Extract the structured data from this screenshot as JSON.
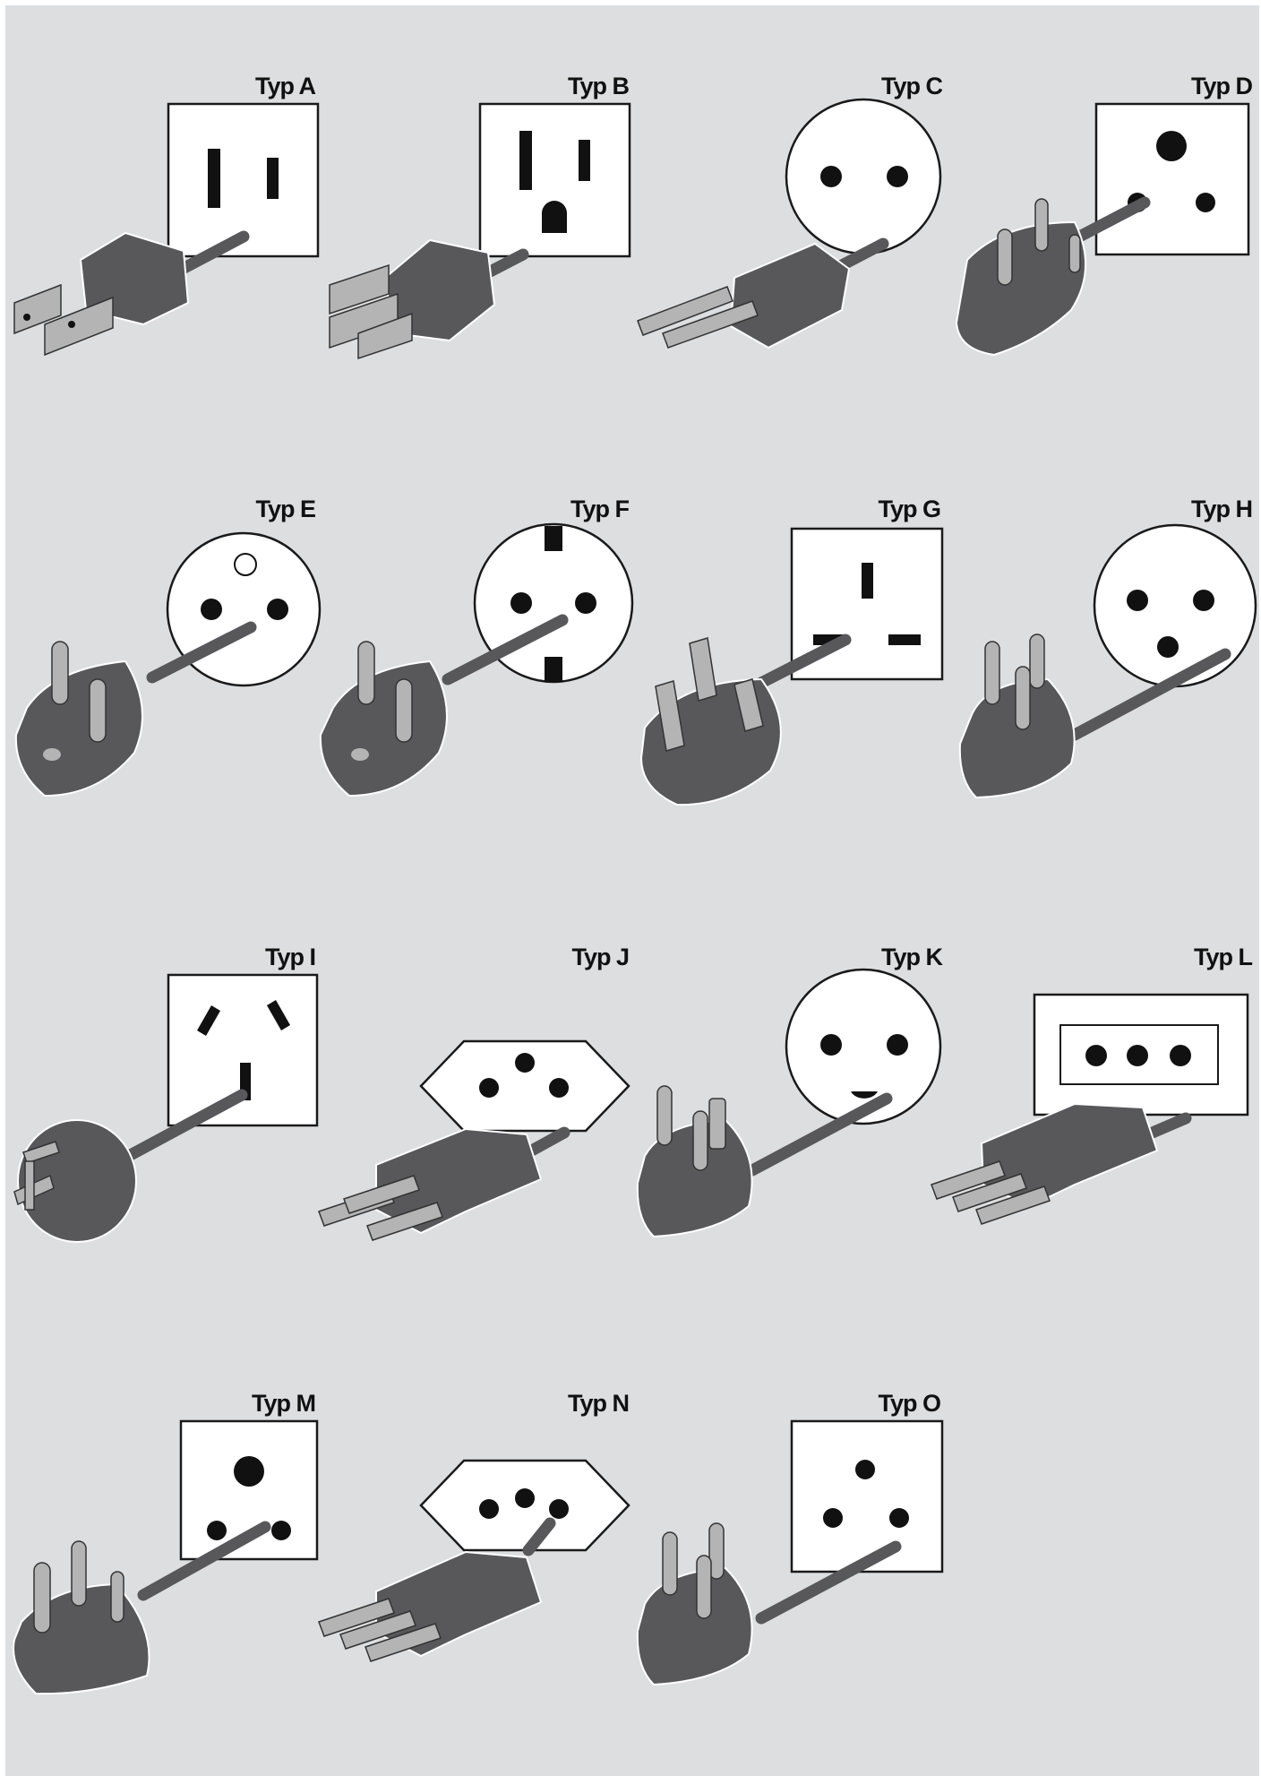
{
  "colors": {
    "background": "#dddee0",
    "socket_face": "#ffffff",
    "outline": "#1a1a1a",
    "plug_body": "#58585a",
    "pin": "#b4b4b4"
  },
  "plug_types": [
    {
      "label": "Typ A",
      "icon": "type-a-plug-and-socket"
    },
    {
      "label": "Typ B",
      "icon": "type-b-plug-and-socket"
    },
    {
      "label": "Typ C",
      "icon": "type-c-plug-and-socket"
    },
    {
      "label": "Typ D",
      "icon": "type-d-plug-and-socket"
    },
    {
      "label": "Typ E",
      "icon": "type-e-plug-and-socket"
    },
    {
      "label": "Typ F",
      "icon": "type-f-plug-and-socket"
    },
    {
      "label": "Typ G",
      "icon": "type-g-plug-and-socket"
    },
    {
      "label": "Typ H",
      "icon": "type-h-plug-and-socket"
    },
    {
      "label": "Typ I",
      "icon": "type-i-plug-and-socket"
    },
    {
      "label": "Typ J",
      "icon": "type-j-plug-and-socket"
    },
    {
      "label": "Typ K",
      "icon": "type-k-plug-and-socket"
    },
    {
      "label": "Typ L",
      "icon": "type-l-plug-and-socket"
    },
    {
      "label": "Typ M",
      "icon": "type-m-plug-and-socket"
    },
    {
      "label": "Typ N",
      "icon": "type-n-plug-and-socket"
    },
    {
      "label": "Typ O",
      "icon": "type-o-plug-and-socket"
    }
  ]
}
